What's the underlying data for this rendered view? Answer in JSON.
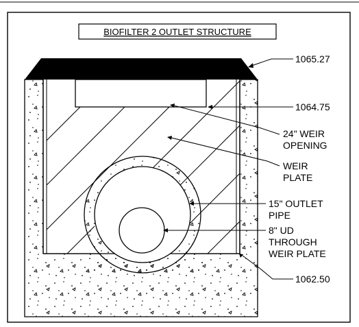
{
  "title": "BIOFILTER 2 OUTLET STRUCTURE",
  "elevations": {
    "top_cap": "1065.27",
    "weir_crest": "1064.75",
    "invert": "1062.50"
  },
  "callouts": {
    "weir_opening": [
      "24\" WEIR",
      "OPENING"
    ],
    "weir_plate": [
      "WEIR",
      "PLATE"
    ],
    "outlet_pipe": [
      "15\" OUTLET",
      "PIPE"
    ],
    "underdrain": [
      "8\" UD",
      "THROUGH",
      "WEIR PLATE"
    ]
  },
  "colors": {
    "line": "#000000",
    "cap_fill": "#000000",
    "background": "#ffffff"
  }
}
